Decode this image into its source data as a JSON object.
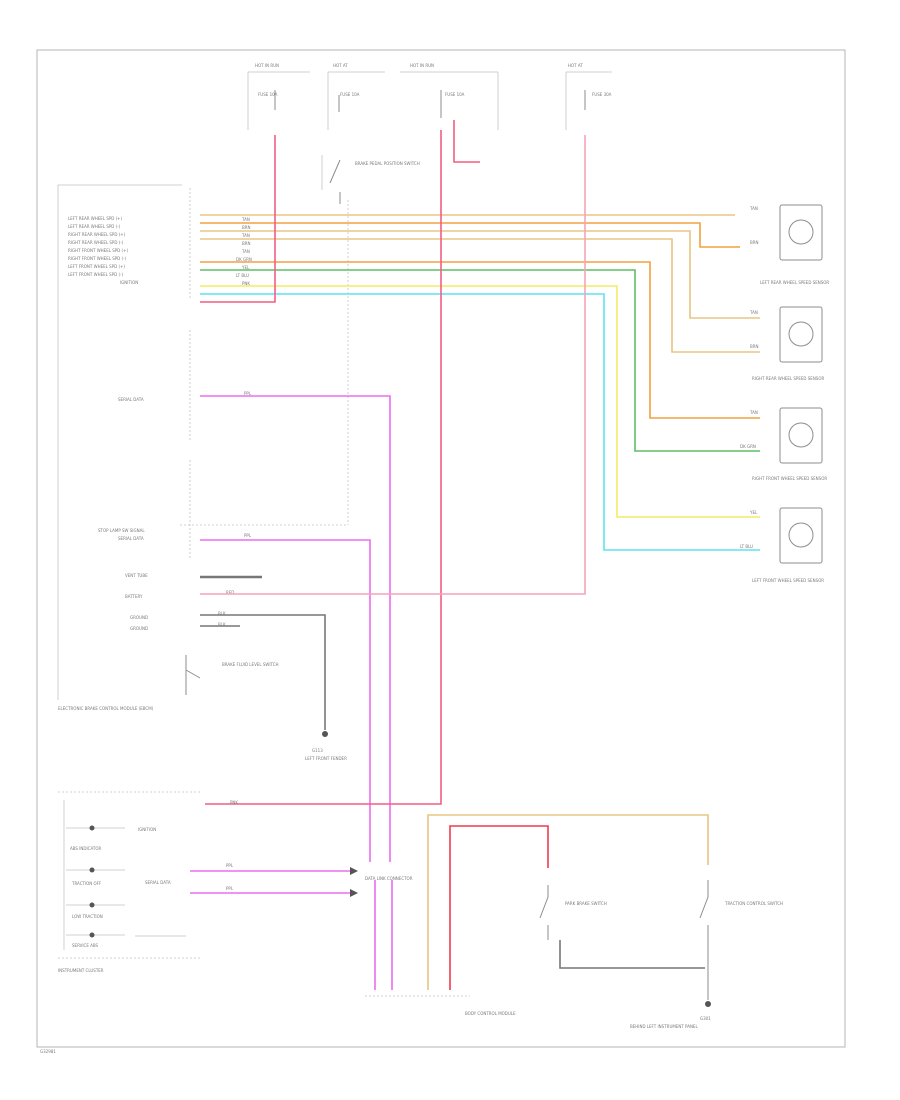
{
  "colors": {
    "tan": "#e8c583",
    "orange": "#f0a13e",
    "yellow": "#f2ec62",
    "green": "#5dbf63",
    "lightblue": "#5fe3f2",
    "pink": "#f15e83",
    "lightpink": "#f5a3b8",
    "magenta": "#ec6df0",
    "red": "#ee3c4e",
    "gray": "#777777",
    "darkgray": "#555555"
  },
  "fuse_blocks": [
    {
      "id": "fb1",
      "title": "HOT IN RUN",
      "subtitle": "FUSE BLOCK",
      "fuse": "FUSE 10A"
    },
    {
      "id": "fb2",
      "title": "HOT AT",
      "subtitle": "ALL TIMES",
      "fuse": "FUSE 10A"
    },
    {
      "id": "fb3",
      "title": "HOT IN RUN",
      "subtitle": "FUSE BLOCK",
      "fuse": "FUSE 10A"
    },
    {
      "id": "fb4",
      "title": "HOT AT",
      "subtitle": "ALL TIMES",
      "fuse": "FUSE 30A"
    }
  ],
  "module": {
    "title": "ELECTRONIC BRAKE CONTROL MODULE (EBCM)",
    "pins_top": [
      {
        "label": "LEFT REAR WHEEL SPD (+)",
        "wire": "TAN"
      },
      {
        "label": "LEFT REAR WHEEL SPD (-)",
        "wire": "BRN"
      },
      {
        "label": "RIGHT REAR WHEEL SPD (+)",
        "wire": "TAN"
      },
      {
        "label": "RIGHT REAR WHEEL SPD (-)",
        "wire": "BRN"
      },
      {
        "label": "RIGHT FRONT WHEEL SPD (+)",
        "wire": "TAN"
      },
      {
        "label": "RIGHT FRONT WHEEL SPD (-)",
        "wire": "DK GRN"
      },
      {
        "label": "LEFT FRONT WHEEL SPD (+)",
        "wire": "YEL"
      },
      {
        "label": "LEFT FRONT WHEEL SPD (-)",
        "wire": "LT BLU"
      },
      {
        "label": "IGNITION",
        "wire": "PNK"
      }
    ],
    "serial_data_label": "SERIAL DATA",
    "stop_lamp_label": "STOP LAMP SW SIGNAL",
    "serial_data_label_2": "SERIAL DATA",
    "vent_label": "VENT TUBE",
    "battery_label": "BATTERY",
    "ground_label_1": "GROUND",
    "ground_label_2": "GROUND",
    "wire_ppl": "PPL",
    "wire_red": "RED",
    "wire_blk": "BLK",
    "wire_pnk": "PNK"
  },
  "brake_switch": {
    "label": "BRAKE PEDAL POSITION SWITCH"
  },
  "fluid_switch": {
    "label": "BRAKE FLUID LEVEL SWITCH"
  },
  "ground_point": {
    "label": "G113",
    "caption": "LEFT FRONT FENDER"
  },
  "sensors": [
    {
      "name": "LEFT REAR WHEEL SPEED SENSOR",
      "wire1": "TAN",
      "wire2": "BRN"
    },
    {
      "name": "RIGHT REAR WHEEL SPEED SENSOR",
      "wire1": "TAN",
      "wire2": "BRN"
    },
    {
      "name": "RIGHT FRONT WHEEL SPEED SENSOR",
      "wire1": "TAN",
      "wire2": "DK GRN"
    },
    {
      "name": "LEFT FRONT WHEEL SPEED SENSOR",
      "wire1": "YEL",
      "wire2": "LT BLU"
    }
  ],
  "cluster": {
    "title": "INSTRUMENT CLUSTER",
    "items": [
      "IGNITION",
      "ABS INDICATOR",
      "TRACTION OFF",
      "LOW TRACTION",
      "SERVICE ABS"
    ],
    "serial_label": "SERIAL DATA",
    "wire_pnk": "PNK",
    "wire_ppl1": "PPL",
    "wire_ppl2": "PPL"
  },
  "data_link": {
    "label": "DATA LINK CONNECTOR"
  },
  "bottom_module": {
    "label": "BODY CONTROL MODULE"
  },
  "park_brake": {
    "label": "PARK BRAKE SWITCH"
  },
  "trac_switch": {
    "label": "TRACTION CONTROL SWITCH"
  },
  "bottom_ground": {
    "label": "G301",
    "caption": "BEHIND LEFT INSTRUMENT PANEL"
  },
  "footer_id": "G32981"
}
